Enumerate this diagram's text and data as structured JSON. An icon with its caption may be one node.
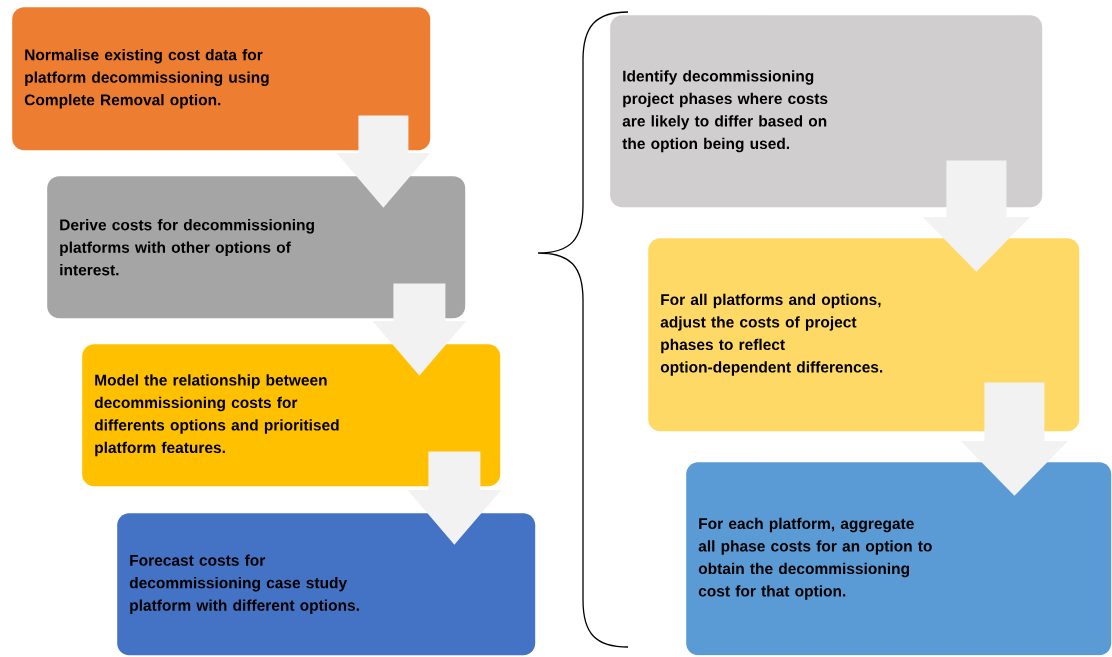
{
  "diagram": {
    "nodes": [
      {
        "text": [
          "Normalise existing cost data  for platform decommissioning using Complete Removal option."
        ]
      },
      {
        "text": [
          "Derive costs for decommissioning platforms with other options of interest."
        ]
      },
      {
        "text": [
          "Model the relationship between decommissioning costs for differents options and prioritised platform features."
        ]
      },
      {
        "text": [
          "Forecast costs for decommissioning case study platform with different options."
        ]
      },
      {
        "text": [
          "Identify decommissioning project phases where costs are likely to differ based on the option being used."
        ]
      },
      {
        "text": [
          "For all platforms and options, adjust the costs of project phases to reflect option-dependent differences."
        ]
      },
      {
        "text": [
          "For each platform, aggregate all phase costs for an option to obtain the decommissioning cost for that option."
        ]
      }
    ],
    "edges": [
      {
        "from": 0,
        "to": 1,
        "arrow": "to"
      },
      {
        "from": 1,
        "to": 2,
        "arrow": "to"
      },
      {
        "from": 2,
        "to": 3,
        "arrow": "to"
      },
      {
        "from": 4,
        "to": 5,
        "arrow": "to"
      },
      {
        "from": 5,
        "to": 6,
        "arrow": "to"
      }
    ]
  }
}
